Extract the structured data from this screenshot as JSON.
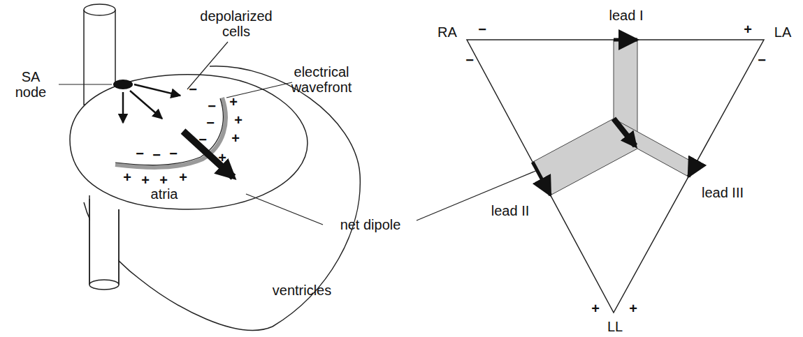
{
  "diagram": {
    "labels": [
      "depolarized cells",
      "SA node",
      "electrical wavefront",
      "net dipole",
      "atria",
      "ventricles",
      "RA",
      "lead I",
      "LA",
      "lead II",
      "lead III",
      "LL",
      "−",
      "−",
      "−",
      "−",
      "−",
      "−",
      "−",
      "+",
      "+",
      "+",
      "+",
      "+",
      "+",
      "+",
      "+",
      "−",
      "+",
      "−",
      "−",
      "+",
      "+"
    ]
  }
}
